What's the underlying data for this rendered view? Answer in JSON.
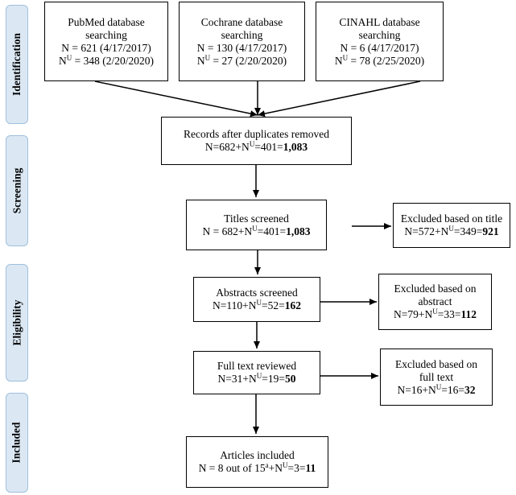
{
  "stages": {
    "identification": "Identification",
    "screening": "Screening",
    "eligibility": "Eligibility",
    "included": "Included"
  },
  "sources": [
    {
      "name_line1": "PubMed database",
      "name_line2": "searching",
      "n_prefix": "N = ",
      "n_value": "621",
      "n_date": " (4/17/2017)",
      "nu_prefix": "N",
      "nu_sup": "U",
      "nu_rest": " = 348 (2/20/2020)"
    },
    {
      "name_line1": "Cochrane database",
      "name_line2": "searching",
      "n_prefix": "N = ",
      "n_value": "130",
      "n_date": " (4/17/2017)",
      "nu_prefix": "N",
      "nu_sup": "U",
      "nu_rest": " = 27 (2/20/2020)"
    },
    {
      "name_line1": "CINAHL database",
      "name_line2": "searching",
      "n_prefix": "N = ",
      "n_value": "6",
      "n_date": " (4/17/2017)",
      "nu_prefix": "N",
      "nu_sup": "U",
      "nu_rest": " = 78 (2/25/2020)"
    }
  ],
  "duplicates": {
    "title": "Records after duplicates removed",
    "pre": "N=682+N",
    "sup": "U",
    "mid": "=401=",
    "total": "1,083"
  },
  "titles": {
    "title": "Titles screened",
    "pre": "N = 682+N",
    "sup": "U",
    "mid": "=401=",
    "total": "1,083"
  },
  "excluded_title": {
    "title": "Excluded based on title",
    "pre": "N=572+N",
    "sup": "U",
    "mid": "=349=",
    "total": "921"
  },
  "abstracts": {
    "title": "Abstracts screened",
    "pre": "N=110+N",
    "sup": "U",
    "mid": "=52=",
    "total": "162"
  },
  "excluded_abstract": {
    "title1": "Excluded based on",
    "title2": "abstract",
    "pre": "N=79+N",
    "sup": "U",
    "mid": "=33=",
    "total": "112"
  },
  "fulltext": {
    "title": "Full text reviewed",
    "pre": "N=31+N",
    "sup": "U",
    "mid": "=19=",
    "total": "50"
  },
  "excluded_fulltext": {
    "title1": "Excluded based on",
    "title2": "full text",
    "pre": "N=16+N",
    "sup": "U",
    "mid": "=16=",
    "total": "32"
  },
  "included": {
    "title": "Articles included",
    "pre": "N = 8 out of 15",
    "sup_a": "a",
    "plus": "+N",
    "sup": "U",
    "mid": "=3=",
    "total": "11"
  }
}
